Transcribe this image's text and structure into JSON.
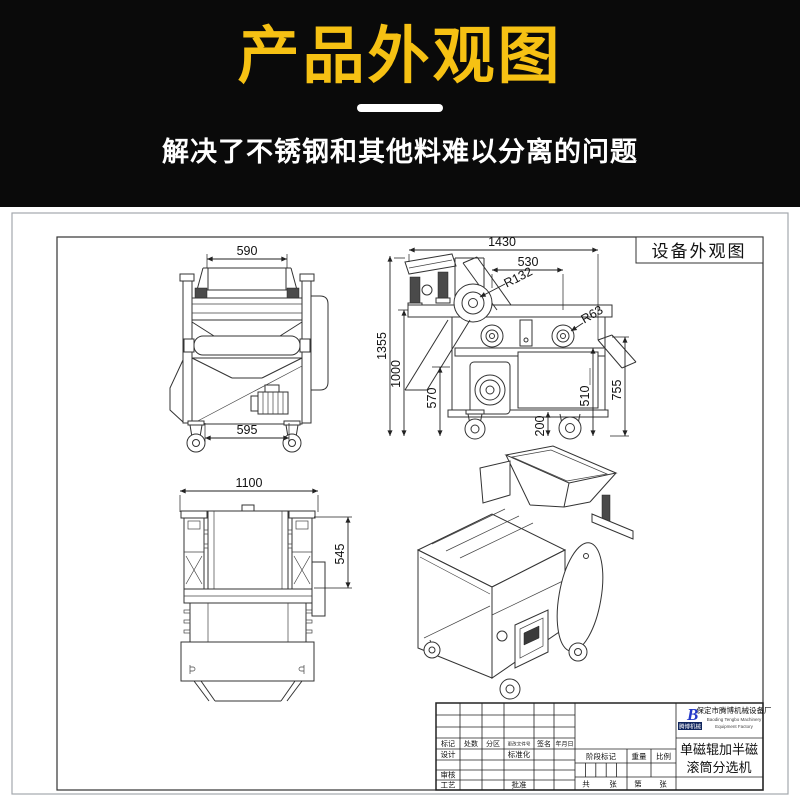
{
  "header": {
    "title": "产品外观图",
    "subtitle": "解决了不锈钢和其他料难以分离的问题",
    "accent_color": "#F6C113"
  },
  "drawing": {
    "frame_title": "设备外观图",
    "dims": {
      "front_width": "590",
      "front_base": "595",
      "side_total_width": "1430",
      "head_span": "530",
      "magnet_roller_radius": "R132",
      "support_roller_radius": "R63",
      "total_height": "1355",
      "platform_height": "1000",
      "chute_height": "570",
      "wheel_height": "200",
      "cabinet_height": "510",
      "deck_height": "755",
      "rear_width": "1100",
      "roller_length": "545"
    }
  },
  "title_block": {
    "rev_headers": [
      "标记",
      "处数",
      "分区",
      "更改文件号",
      "签名",
      "年月日"
    ],
    "roles": {
      "design": "设计",
      "standard": "标准化",
      "audit": "审核",
      "process": "工艺",
      "approve": "批准"
    },
    "fields": {
      "stage_mark": "阶段标记",
      "weight": "重量",
      "scale": "比例",
      "total_prefix": "共",
      "total_suffix": "张",
      "sheet_prefix": "第",
      "sheet_suffix": "张"
    },
    "company": {
      "logo_letter": "B",
      "logo_caption": "腾博机械",
      "name_cn": "保定市腾博机械设备厂",
      "name_en_1": "Baoding Tengbo Machinery",
      "name_en_2": "Equipment Factory"
    },
    "product": {
      "line1": "单磁辊加半磁",
      "line2": "滚筒分选机"
    }
  }
}
